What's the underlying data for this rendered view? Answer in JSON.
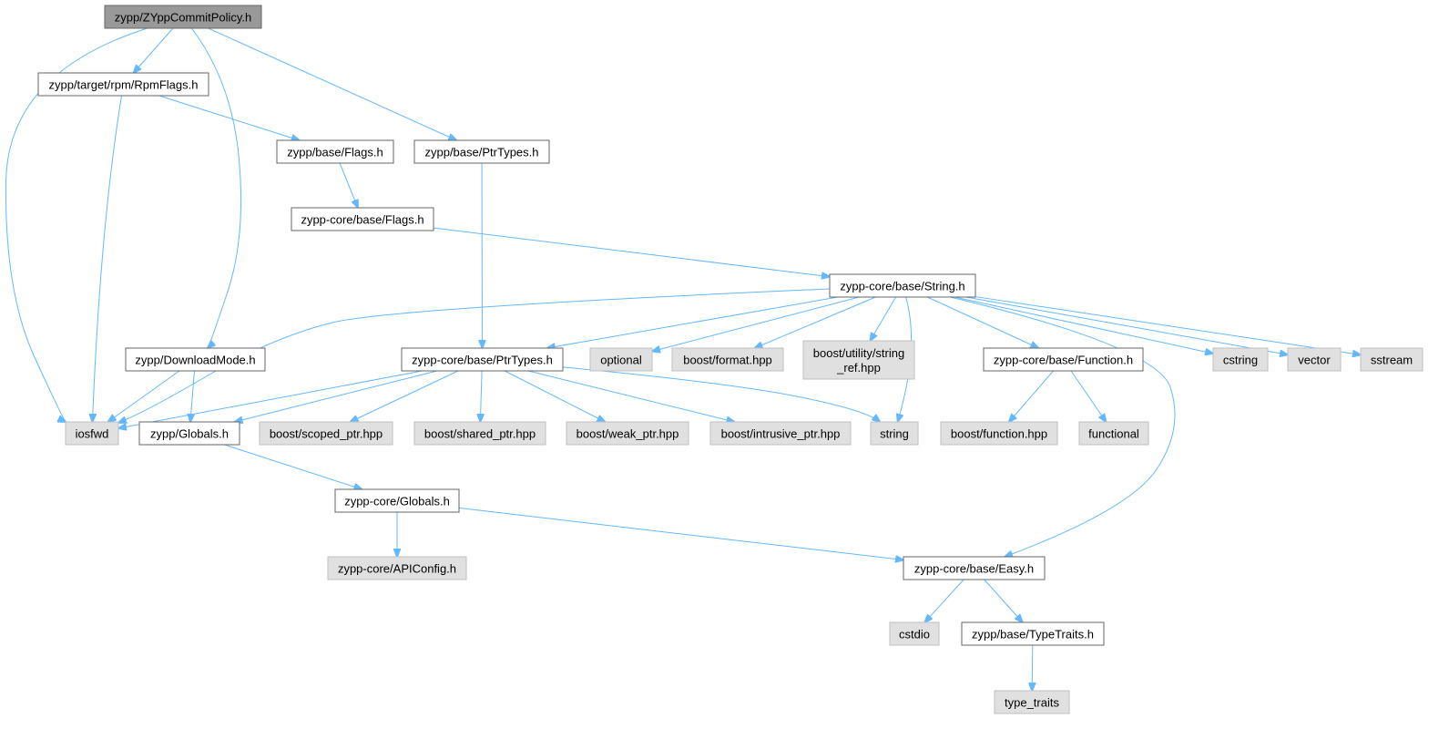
{
  "colors": {
    "edge": "#63b8ff",
    "node_border": "#666666",
    "project_fill": "#ffffff",
    "system_fill": "#e0e0e0",
    "root_fill": "#999999"
  },
  "nodes": {
    "root": {
      "label": "zypp/ZYppCommitPolicy.h",
      "kind": "root"
    },
    "rpmflags": {
      "label": "zypp/target/rpm/RpmFlags.h",
      "kind": "project"
    },
    "base_flags": {
      "label": "zypp/base/Flags.h",
      "kind": "project"
    },
    "base_ptrtypes": {
      "label": "zypp/base/PtrTypes.h",
      "kind": "project"
    },
    "core_flags": {
      "label": "zypp-core/base/Flags.h",
      "kind": "project"
    },
    "core_string": {
      "label": "zypp-core/base/String.h",
      "kind": "project"
    },
    "downloadmode": {
      "label": "zypp/DownloadMode.h",
      "kind": "project"
    },
    "core_ptrtypes": {
      "label": "zypp-core/base/PtrTypes.h",
      "kind": "project"
    },
    "optional": {
      "label": "optional",
      "kind": "system"
    },
    "boost_format": {
      "label": "boost/format.hpp",
      "kind": "system"
    },
    "boost_stringref": {
      "label": "boost/utility/string\n_ref.hpp",
      "kind": "system"
    },
    "core_function": {
      "label": "zypp-core/base/Function.h",
      "kind": "project"
    },
    "cstring": {
      "label": "cstring",
      "kind": "system"
    },
    "vector": {
      "label": "vector",
      "kind": "system"
    },
    "sstream": {
      "label": "sstream",
      "kind": "system"
    },
    "iosfwd": {
      "label": "iosfwd",
      "kind": "system"
    },
    "globals": {
      "label": "zypp/Globals.h",
      "kind": "project"
    },
    "boost_scoped": {
      "label": "boost/scoped_ptr.hpp",
      "kind": "system"
    },
    "boost_shared": {
      "label": "boost/shared_ptr.hpp",
      "kind": "system"
    },
    "boost_weak": {
      "label": "boost/weak_ptr.hpp",
      "kind": "system"
    },
    "boost_intrusive": {
      "label": "boost/intrusive_ptr.hpp",
      "kind": "system"
    },
    "string": {
      "label": "string",
      "kind": "system"
    },
    "boost_function": {
      "label": "boost/function.hpp",
      "kind": "system"
    },
    "functional": {
      "label": "functional",
      "kind": "system"
    },
    "core_globals": {
      "label": "zypp-core/Globals.h",
      "kind": "project"
    },
    "apiconfig": {
      "label": "zypp-core/APIConfig.h",
      "kind": "system"
    },
    "core_easy": {
      "label": "zypp-core/base/Easy.h",
      "kind": "project"
    },
    "cstdio": {
      "label": "cstdio",
      "kind": "system"
    },
    "typetraits_h": {
      "label": "zypp/base/TypeTraits.h",
      "kind": "project"
    },
    "type_traits": {
      "label": "type_traits",
      "kind": "system"
    }
  },
  "edges": [
    {
      "from": "root",
      "to": "iosfwd"
    },
    {
      "from": "root",
      "to": "rpmflags"
    },
    {
      "from": "root",
      "to": "downloadmode"
    },
    {
      "from": "root",
      "to": "base_ptrtypes"
    },
    {
      "from": "rpmflags",
      "to": "iosfwd"
    },
    {
      "from": "rpmflags",
      "to": "base_flags"
    },
    {
      "from": "base_flags",
      "to": "core_flags"
    },
    {
      "from": "core_flags",
      "to": "core_string"
    },
    {
      "from": "base_ptrtypes",
      "to": "core_ptrtypes"
    },
    {
      "from": "core_string",
      "to": "iosfwd"
    },
    {
      "from": "core_string",
      "to": "core_ptrtypes"
    },
    {
      "from": "core_string",
      "to": "optional"
    },
    {
      "from": "core_string",
      "to": "boost_format"
    },
    {
      "from": "core_string",
      "to": "boost_stringref"
    },
    {
      "from": "core_string",
      "to": "string"
    },
    {
      "from": "core_string",
      "to": "core_function"
    },
    {
      "from": "core_string",
      "to": "core_easy"
    },
    {
      "from": "core_string",
      "to": "cstring"
    },
    {
      "from": "core_string",
      "to": "vector"
    },
    {
      "from": "core_string",
      "to": "sstream"
    },
    {
      "from": "downloadmode",
      "to": "iosfwd"
    },
    {
      "from": "downloadmode",
      "to": "globals"
    },
    {
      "from": "core_ptrtypes",
      "to": "iosfwd"
    },
    {
      "from": "core_ptrtypes",
      "to": "globals"
    },
    {
      "from": "core_ptrtypes",
      "to": "boost_scoped"
    },
    {
      "from": "core_ptrtypes",
      "to": "boost_shared"
    },
    {
      "from": "core_ptrtypes",
      "to": "boost_weak"
    },
    {
      "from": "core_ptrtypes",
      "to": "boost_intrusive"
    },
    {
      "from": "core_ptrtypes",
      "to": "string"
    },
    {
      "from": "core_function",
      "to": "boost_function"
    },
    {
      "from": "core_function",
      "to": "functional"
    },
    {
      "from": "globals",
      "to": "core_globals"
    },
    {
      "from": "core_globals",
      "to": "apiconfig"
    },
    {
      "from": "core_globals",
      "to": "core_easy"
    },
    {
      "from": "core_easy",
      "to": "cstdio"
    },
    {
      "from": "core_easy",
      "to": "typetraits_h"
    },
    {
      "from": "typetraits_h",
      "to": "type_traits"
    }
  ]
}
